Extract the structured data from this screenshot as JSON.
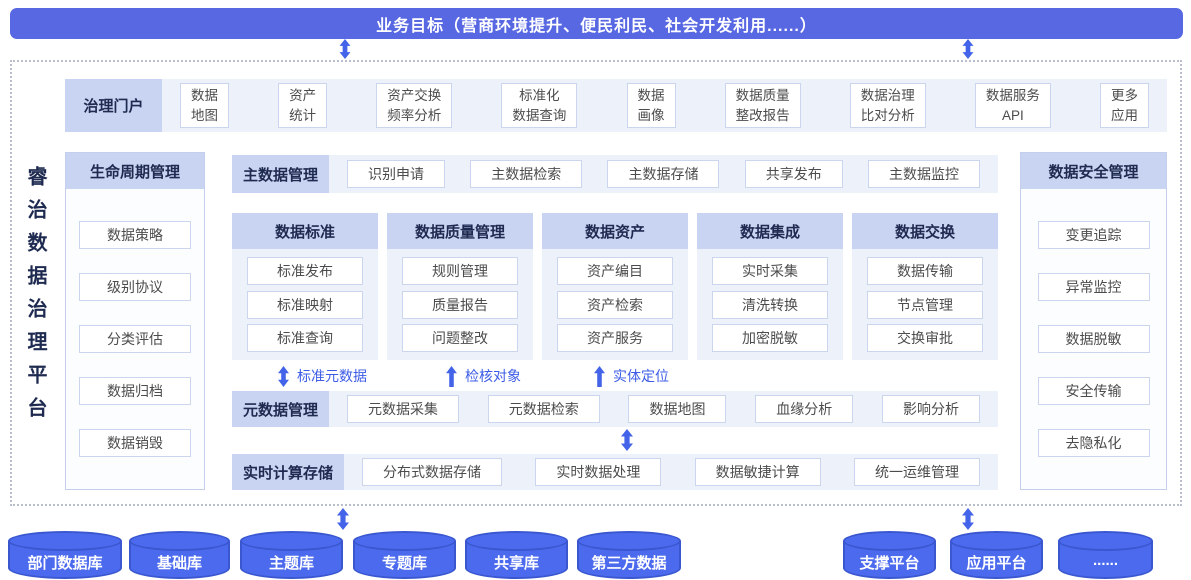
{
  "banner": {
    "text": "业务目标（营商环境提升、便民利民、社会开发利用......）"
  },
  "platform": {
    "title": "睿治数据治理平台"
  },
  "colors": {
    "banner_bg": "#5867E2",
    "accent_blue": "#4364E8",
    "label_bg": "#C9D3F2",
    "band_bg": "#EDF1FA",
    "cylinder_blue": "#4C6AEE",
    "navy_text": "#1E2A50",
    "flow_text": "#3D5CE6"
  },
  "icons": {
    "up_down_arrow": "⬍",
    "up_arrow": "↑"
  },
  "portal": {
    "label": "治理门户",
    "items": [
      "数据\n地图",
      "资产\n统计",
      "资产交换\n频率分析",
      "标准化\n数据查询",
      "数据\n画像",
      "数据质量\n整改报告",
      "数据治理\n比对分析",
      "数据服务\nAPI",
      "更多\n应用"
    ]
  },
  "lifecycle": {
    "header": "生命周期管理",
    "items": [
      "数据策略",
      "级别协议",
      "分类评估",
      "数据归档",
      "数据销毁"
    ]
  },
  "master": {
    "label": "主数据管理",
    "items": [
      "识别申请",
      "主数据检索",
      "主数据存储",
      "共享发布",
      "主数据监控"
    ]
  },
  "columns": [
    {
      "header": "数据标准",
      "items": [
        "标准发布",
        "标准映射",
        "标准查询"
      ]
    },
    {
      "header": "数据质量管理",
      "items": [
        "规则管理",
        "质量报告",
        "问题整改"
      ]
    },
    {
      "header": "数据资产",
      "items": [
        "资产编目",
        "资产检索",
        "资产服务"
      ]
    },
    {
      "header": "数据集成",
      "items": [
        "实时采集",
        "清洗转换",
        "加密脱敏"
      ]
    },
    {
      "header": "数据交换",
      "items": [
        "数据传输",
        "节点管理",
        "交换审批"
      ]
    }
  ],
  "flow": [
    {
      "label": "标准元数据"
    },
    {
      "label": "检核对象"
    },
    {
      "label": "实体定位"
    }
  ],
  "metadata": {
    "label": "元数据管理",
    "items": [
      "元数据采集",
      "元数据检索",
      "数据地图",
      "血缘分析",
      "影响分析"
    ]
  },
  "realtime": {
    "label": "实时计算存储",
    "items": [
      "分布式数据存储",
      "实时数据处理",
      "数据敏捷计算",
      "统一运维管理"
    ]
  },
  "security": {
    "header": "数据安全管理",
    "items": [
      "变更追踪",
      "异常监控",
      "数据脱敏",
      "安全传输",
      "去隐私化"
    ]
  },
  "datasources": {
    "left": [
      "部门数据库",
      "基础库",
      "主题库",
      "专题库",
      "共享库",
      "第三方数据"
    ],
    "right": [
      "支撑平台",
      "应用平台",
      "......"
    ]
  }
}
